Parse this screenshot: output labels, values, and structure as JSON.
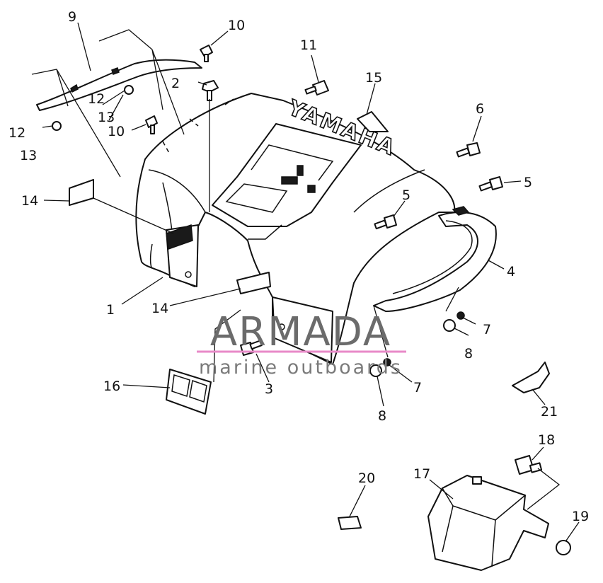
{
  "diagram": {
    "callouts": [
      "1",
      "2",
      "3",
      "4",
      "5",
      "5",
      "6",
      "7",
      "7",
      "8",
      "8",
      "9",
      "10",
      "10",
      "11",
      "12",
      "12",
      "13",
      "13",
      "14",
      "14",
      "15",
      "16",
      "17",
      "18",
      "19",
      "20",
      "21"
    ],
    "fender_lettering": "YAMAHA"
  },
  "watermark": {
    "brand": "ARMADA",
    "tagline": "marine outboards",
    "colors": {
      "text": "#6b6b6b",
      "logo": "#e07ab8",
      "rule": "#e88ac8"
    }
  }
}
